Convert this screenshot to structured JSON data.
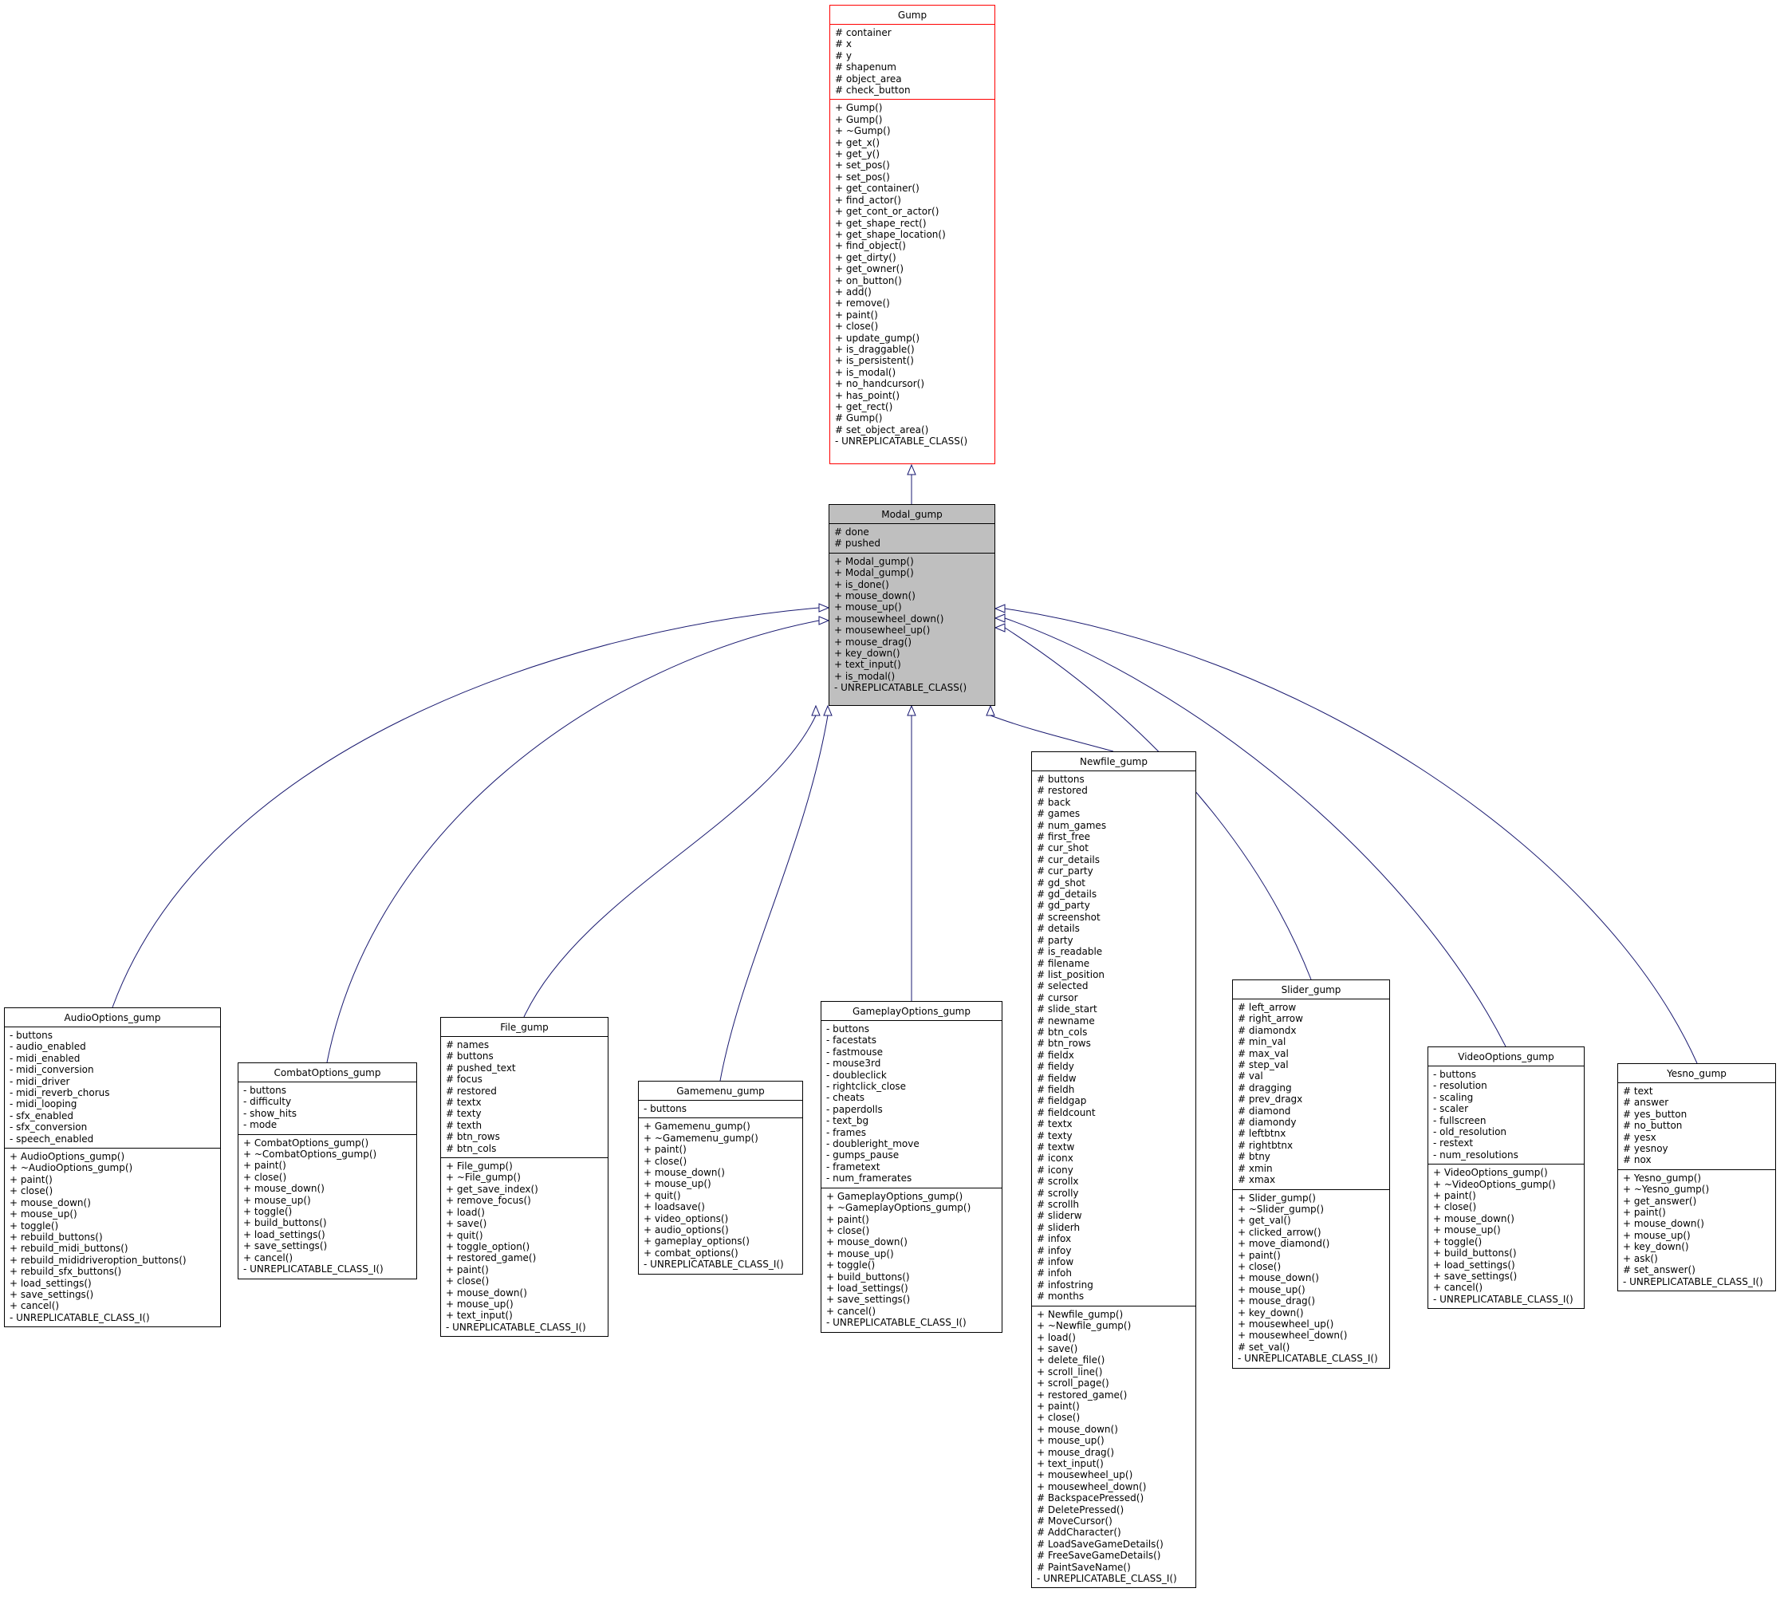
{
  "diagram": {
    "type": "uml-class-inheritance",
    "edge_color": "#191970",
    "highlight_fill": "#bfbfbf",
    "base_highlight_border": "#ff0000",
    "classes": [
      {
        "key": "gump",
        "name": "Gump",
        "attributes": [
          "# container",
          "# x",
          "# y",
          "# shapenum",
          "# object_area",
          "# check_button"
        ],
        "methods": [
          "+ Gump()",
          "+ Gump()",
          "+ ~Gump()",
          "+ get_x()",
          "+ get_y()",
          "+ set_pos()",
          "+ set_pos()",
          "+ get_container()",
          "+ find_actor()",
          "+ get_cont_or_actor()",
          "+ get_shape_rect()",
          "+ get_shape_location()",
          "+ find_object()",
          "+ get_dirty()",
          "+ get_owner()",
          "+ on_button()",
          "+ add()",
          "+ remove()",
          "+ paint()",
          "+ close()",
          "+ update_gump()",
          "+ is_draggable()",
          "+ is_persistent()",
          "+ is_modal()",
          "+ no_handcursor()",
          "+ has_point()",
          "+ get_rect()",
          "# Gump()",
          "# set_object_area()",
          "- UNREPLICATABLE_CLASS()"
        ]
      },
      {
        "key": "modal",
        "name": "Modal_gump",
        "attributes": [
          "# done",
          "# pushed"
        ],
        "methods": [
          "+ Modal_gump()",
          "+ Modal_gump()",
          "+ is_done()",
          "+ mouse_down()",
          "+ mouse_up()",
          "+ mousewheel_down()",
          "+ mousewheel_up()",
          "+ mouse_drag()",
          "+ key_down()",
          "+ text_input()",
          "+ is_modal()",
          "- UNREPLICATABLE_CLASS()"
        ]
      },
      {
        "key": "audio",
        "name": "AudioOptions_gump",
        "attributes": [
          "- buttons",
          "- audio_enabled",
          "- midi_enabled",
          "- midi_conversion",
          "- midi_driver",
          "- midi_reverb_chorus",
          "- midi_looping",
          "- sfx_enabled",
          "- sfx_conversion",
          "- speech_enabled"
        ],
        "methods": [
          "+ AudioOptions_gump()",
          "+ ~AudioOptions_gump()",
          "+ paint()",
          "+ close()",
          "+ mouse_down()",
          "+ mouse_up()",
          "+ toggle()",
          "+ rebuild_buttons()",
          "+ rebuild_midi_buttons()",
          "+ rebuild_mididriveroption_buttons()",
          "+ rebuild_sfx_buttons()",
          "+ load_settings()",
          "+ save_settings()",
          "+ cancel()",
          "- UNREPLICATABLE_CLASS_I()"
        ]
      },
      {
        "key": "combat",
        "name": "CombatOptions_gump",
        "attributes": [
          "- buttons",
          "- difficulty",
          "- show_hits",
          "- mode"
        ],
        "methods": [
          "+ CombatOptions_gump()",
          "+ ~CombatOptions_gump()",
          "+ paint()",
          "+ close()",
          "+ mouse_down()",
          "+ mouse_up()",
          "+ toggle()",
          "+ build_buttons()",
          "+ load_settings()",
          "+ save_settings()",
          "+ cancel()",
          "- UNREPLICATABLE_CLASS_I()"
        ]
      },
      {
        "key": "file",
        "name": "File_gump",
        "attributes": [
          "# names",
          "# buttons",
          "# pushed_text",
          "# focus",
          "# restored",
          "# textx",
          "# texty",
          "# texth",
          "# btn_rows",
          "# btn_cols"
        ],
        "methods": [
          "+ File_gump()",
          "+ ~File_gump()",
          "+ get_save_index()",
          "+ remove_focus()",
          "+ load()",
          "+ save()",
          "+ quit()",
          "+ toggle_option()",
          "+ restored_game()",
          "+ paint()",
          "+ close()",
          "+ mouse_down()",
          "+ mouse_up()",
          "+ text_input()",
          "- UNREPLICATABLE_CLASS_I()"
        ]
      },
      {
        "key": "gamemenu",
        "name": "Gamemenu_gump",
        "attributes": [
          "- buttons"
        ],
        "methods": [
          "+ Gamemenu_gump()",
          "+ ~Gamemenu_gump()",
          "+ paint()",
          "+ close()",
          "+ mouse_down()",
          "+ mouse_up()",
          "+ quit()",
          "+ loadsave()",
          "+ video_options()",
          "+ audio_options()",
          "+ gameplay_options()",
          "+ combat_options()",
          "- UNREPLICATABLE_CLASS_I()"
        ]
      },
      {
        "key": "gameplay",
        "name": "GameplayOptions_gump",
        "attributes": [
          "- buttons",
          "- facestats",
          "- fastmouse",
          "- mouse3rd",
          "- doubleclick",
          "- rightclick_close",
          "- cheats",
          "- paperdolls",
          "- text_bg",
          "- frames",
          "- doubleright_move",
          "- gumps_pause",
          "- frametext",
          "- num_framerates"
        ],
        "methods": [
          "+ GameplayOptions_gump()",
          "+ ~GameplayOptions_gump()",
          "+ paint()",
          "+ close()",
          "+ mouse_down()",
          "+ mouse_up()",
          "+ toggle()",
          "+ build_buttons()",
          "+ load_settings()",
          "+ save_settings()",
          "+ cancel()",
          "- UNREPLICATABLE_CLASS_I()"
        ]
      },
      {
        "key": "newfile",
        "name": "Newfile_gump",
        "attributes": [
          "# buttons",
          "# restored",
          "# back",
          "# games",
          "# num_games",
          "# first_free",
          "# cur_shot",
          "# cur_details",
          "# cur_party",
          "# gd_shot",
          "# gd_details",
          "# gd_party",
          "# screenshot",
          "# details",
          "# party",
          "# is_readable",
          "# filename",
          "# list_position",
          "# selected",
          "# cursor",
          "# slide_start",
          "# newname",
          "# btn_cols",
          "# btn_rows",
          "# fieldx",
          "# fieldy",
          "# fieldw",
          "# fieldh",
          "# fieldgap",
          "# fieldcount",
          "# textx",
          "# texty",
          "# textw",
          "# iconx",
          "# icony",
          "# scrollx",
          "# scrolly",
          "# scrollh",
          "# sliderw",
          "# sliderh",
          "# infox",
          "# infoy",
          "# infow",
          "# infoh",
          "# infostring",
          "# months"
        ],
        "methods": [
          "+ Newfile_gump()",
          "+ ~Newfile_gump()",
          "+ load()",
          "+ save()",
          "+ delete_file()",
          "+ scroll_line()",
          "+ scroll_page()",
          "+ restored_game()",
          "+ paint()",
          "+ close()",
          "+ mouse_down()",
          "+ mouse_up()",
          "+ mouse_drag()",
          "+ text_input()",
          "+ mousewheel_up()",
          "+ mousewheel_down()",
          "# BackspacePressed()",
          "# DeletePressed()",
          "# MoveCursor()",
          "# AddCharacter()",
          "# LoadSaveGameDetails()",
          "# FreeSaveGameDetails()",
          "# PaintSaveName()",
          "- UNREPLICATABLE_CLASS_I()"
        ]
      },
      {
        "key": "slider",
        "name": "Slider_gump",
        "attributes": [
          "# left_arrow",
          "# right_arrow",
          "# diamondx",
          "# min_val",
          "# max_val",
          "# step_val",
          "# val",
          "# dragging",
          "# prev_dragx",
          "# diamond",
          "# diamondy",
          "# leftbtnx",
          "# rightbtnx",
          "# btny",
          "# xmin",
          "# xmax"
        ],
        "methods": [
          "+ Slider_gump()",
          "+ ~Slider_gump()",
          "+ get_val()",
          "+ clicked_arrow()",
          "+ move_diamond()",
          "+ paint()",
          "+ close()",
          "+ mouse_down()",
          "+ mouse_up()",
          "+ mouse_drag()",
          "+ key_down()",
          "+ mousewheel_up()",
          "+ mousewheel_down()",
          "# set_val()",
          "- UNREPLICATABLE_CLASS_I()"
        ]
      },
      {
        "key": "video",
        "name": "VideoOptions_gump",
        "attributes": [
          "- buttons",
          "- resolution",
          "- scaling",
          "- scaler",
          "- fullscreen",
          "- old_resolution",
          "- restext",
          "- num_resolutions"
        ],
        "methods": [
          "+ VideoOptions_gump()",
          "+ ~VideoOptions_gump()",
          "+ paint()",
          "+ close()",
          "+ mouse_down()",
          "+ mouse_up()",
          "+ toggle()",
          "+ build_buttons()",
          "+ load_settings()",
          "+ save_settings()",
          "+ cancel()",
          "- UNREPLICATABLE_CLASS_I()"
        ]
      },
      {
        "key": "yesno",
        "name": "Yesno_gump",
        "attributes": [
          "# text",
          "# answer",
          "# yes_button",
          "# no_button",
          "# yesx",
          "# yesnoy",
          "# nox"
        ],
        "methods": [
          "+ Yesno_gump()",
          "+ ~Yesno_gump()",
          "+ get_answer()",
          "+ paint()",
          "+ mouse_down()",
          "+ mouse_up()",
          "+ key_down()",
          "+ ask()",
          "# set_answer()",
          "- UNREPLICATABLE_CLASS_I()"
        ]
      }
    ],
    "edges": [
      {
        "base": "Gump",
        "derived": "Modal_gump"
      },
      {
        "base": "Modal_gump",
        "derived": "AudioOptions_gump"
      },
      {
        "base": "Modal_gump",
        "derived": "CombatOptions_gump"
      },
      {
        "base": "Modal_gump",
        "derived": "File_gump"
      },
      {
        "base": "Modal_gump",
        "derived": "Gamemenu_gump"
      },
      {
        "base": "Modal_gump",
        "derived": "GameplayOptions_gump"
      },
      {
        "base": "Modal_gump",
        "derived": "Newfile_gump"
      },
      {
        "base": "Modal_gump",
        "derived": "Slider_gump"
      },
      {
        "base": "Modal_gump",
        "derived": "VideoOptions_gump"
      },
      {
        "base": "Modal_gump",
        "derived": "Yesno_gump"
      }
    ]
  }
}
